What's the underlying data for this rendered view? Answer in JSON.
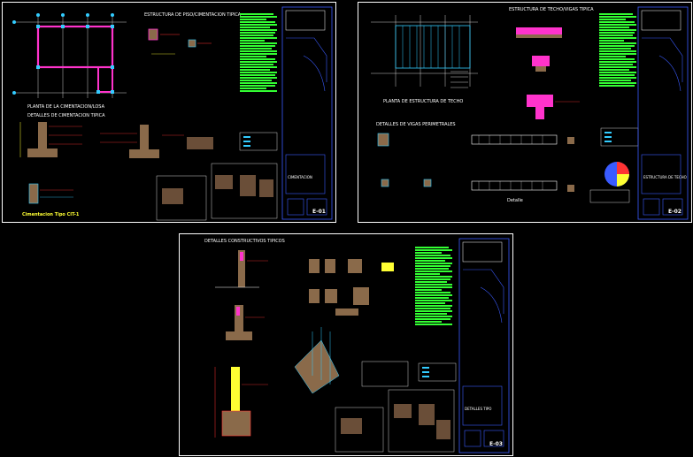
{
  "sheets": [
    {
      "id": "sheet-1",
      "title_top": "ESTRUCTURA DE PISO/CIMENTACION TIPICA",
      "plan_caption": "PLANTA DE LA CIMENTACION/LOSA",
      "section_caption": "DETALLES DE CIMENTACION TIPICA",
      "bottom_caption": "Cimentacion Tipo CIT-1",
      "sheet_number": "E-01",
      "title_block_label": "CIMENTACION"
    },
    {
      "id": "sheet-2",
      "title_top": "ESTRUCTURA DE TECHO/VIGAS TIPICA",
      "plan_caption": "PLANTA DE ESTRUCTURA DE TECHO",
      "section_caption": "DETALLES DE VIGAS PERIMETRALES",
      "bottom_caption": "Detalle",
      "sheet_number": "E-02",
      "title_block_label": "ESTRUCTURA DE TECHO"
    },
    {
      "id": "sheet-3",
      "title_top": "DETALLES CONSTRUCTIVOS TIPICOS",
      "plan_caption": "",
      "section_caption": "",
      "bottom_caption": "",
      "sheet_number": "E-03",
      "title_block_label": "DETALLES TIPO"
    }
  ],
  "colors": {
    "background": "#000000",
    "sheet_border": "#ffffff",
    "notes_green": "#33ff33",
    "title_block_blue": "#3a5bff",
    "slab_magenta": "#ff33cc",
    "concrete_brown": "#8a6a4a",
    "rebar_cyan": "#33ccff",
    "dimension_yellow": "#ffff33",
    "dimension_red": "#ff3333"
  }
}
